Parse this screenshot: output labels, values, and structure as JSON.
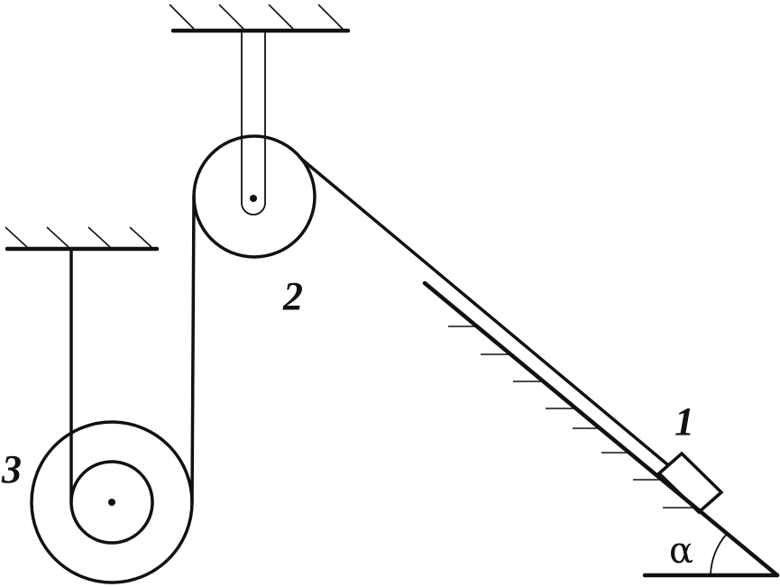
{
  "labels": {
    "body1": "1",
    "body2": "2",
    "body3": "3",
    "angle": "α"
  },
  "colors": {
    "ink": "#111111",
    "background": "#ffffff"
  }
}
